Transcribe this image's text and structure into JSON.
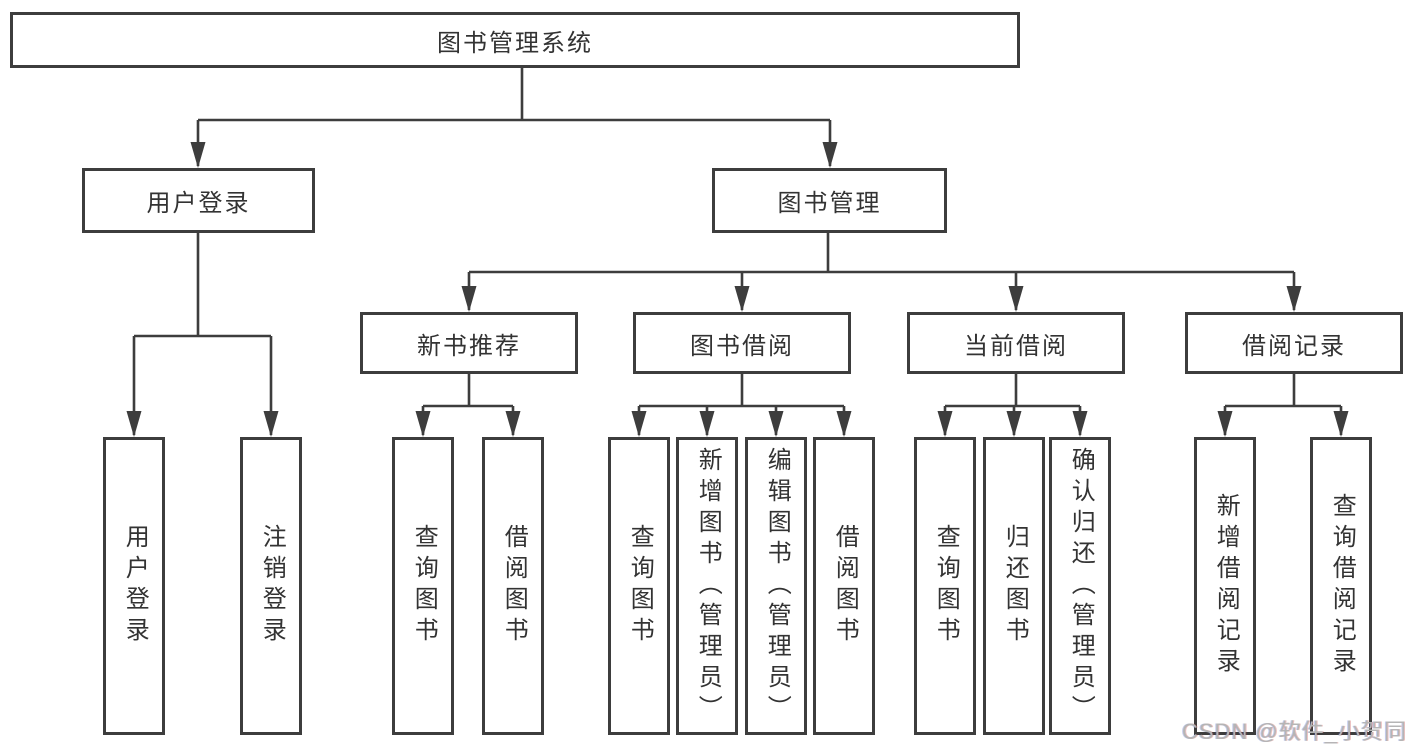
{
  "diagram": {
    "root": {
      "label": "图书管理系统"
    },
    "branches": [
      {
        "id": "user-login",
        "label": "用户登录"
      },
      {
        "id": "book-management",
        "label": "图书管理"
      }
    ],
    "groups": [
      {
        "id": "new-book-recommend",
        "label": "新书推荐"
      },
      {
        "id": "book-borrow",
        "label": "图书借阅"
      },
      {
        "id": "current-borrow",
        "label": "当前借阅"
      },
      {
        "id": "borrow-records",
        "label": "借阅记录"
      }
    ],
    "leaves": [
      {
        "parent": "user-login",
        "label": "用户登录"
      },
      {
        "parent": "user-login",
        "label": "注销登录"
      },
      {
        "parent": "new-book-recommend",
        "label": "查询图书"
      },
      {
        "parent": "new-book-recommend",
        "label": "借阅图书"
      },
      {
        "parent": "book-borrow",
        "label": "查询图书"
      },
      {
        "parent": "book-borrow",
        "label": "新增图书（管理员）"
      },
      {
        "parent": "book-borrow",
        "label": "编辑图书（管理员）"
      },
      {
        "parent": "book-borrow",
        "label": "借阅图书"
      },
      {
        "parent": "current-borrow",
        "label": "查询图书"
      },
      {
        "parent": "current-borrow",
        "label": "归还图书"
      },
      {
        "parent": "current-borrow",
        "label": "确认归还（管理员）"
      },
      {
        "parent": "borrow-records",
        "label": "新增借阅记录"
      },
      {
        "parent": "borrow-records",
        "label": "查询借阅记录"
      }
    ],
    "watermark": "CSDN @软件_小贺同学"
  },
  "colors": {
    "line": "#3d3d3d",
    "text": "#333333",
    "watermark": "#b5b5b5"
  }
}
